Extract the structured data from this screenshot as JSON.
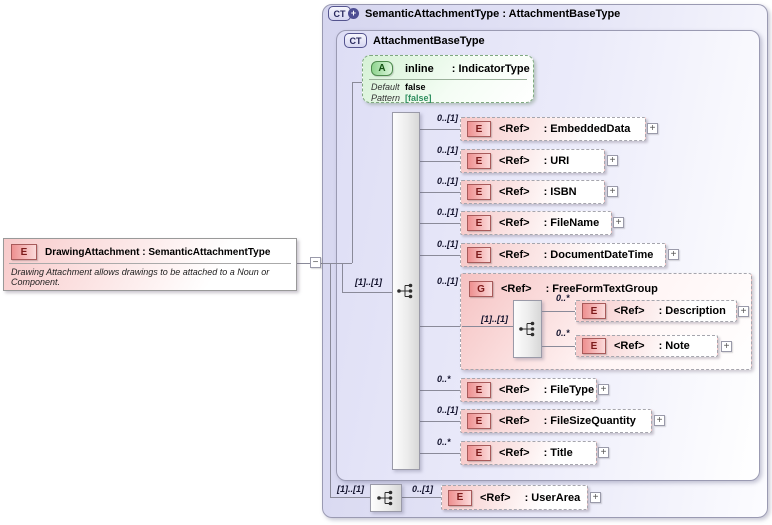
{
  "diagram": {
    "left_element": {
      "icon": "E",
      "title": "DrawingAttachment : SemanticAttachmentType",
      "description": "Drawing Attachment allows drawings to be attached to a Noun or Component."
    },
    "outer_container": {
      "icon": "CT",
      "title": "SemanticAttachmentType : AttachmentBaseType"
    },
    "inner_container": {
      "icon": "CT",
      "title": "AttachmentBaseType"
    },
    "attribute": {
      "icon": "A",
      "name": "inline",
      "type": ": IndicatorType",
      "facets": [
        {
          "label": "Default",
          "value": "false"
        },
        {
          "label": "Pattern",
          "value": "[false]"
        }
      ]
    },
    "sequence_cardinality": "[1]..[1]",
    "extension_cardinality": "[1]..[1]",
    "elements": [
      {
        "icon": "E",
        "ref": "<Ref>",
        "name": ": EmbeddedData",
        "cardinality": "0..[1]"
      },
      {
        "icon": "E",
        "ref": "<Ref>",
        "name": ": URI",
        "cardinality": "0..[1]"
      },
      {
        "icon": "E",
        "ref": "<Ref>",
        "name": ": ISBN",
        "cardinality": "0..[1]"
      },
      {
        "icon": "E",
        "ref": "<Ref>",
        "name": ": FileName",
        "cardinality": "0..[1]"
      },
      {
        "icon": "E",
        "ref": "<Ref>",
        "name": ": DocumentDateTime",
        "cardinality": "0..[1]"
      },
      {
        "icon": "E",
        "ref": "<Ref>",
        "name": ": FileType",
        "cardinality": "0..*"
      },
      {
        "icon": "E",
        "ref": "<Ref>",
        "name": ": FileSizeQuantity",
        "cardinality": "0..[1]"
      },
      {
        "icon": "E",
        "ref": "<Ref>",
        "name": ": Title",
        "cardinality": "0..*"
      },
      {
        "icon": "E",
        "ref": "<Ref>",
        "name": ": UserArea",
        "cardinality": "0..[1]"
      }
    ],
    "group": {
      "icon": "G",
      "ref": "<Ref>",
      "name": ": FreeFormTextGroup",
      "cardinality": "0..[1]",
      "inner_cardinality": "[1]..[1]",
      "children": [
        {
          "icon": "E",
          "ref": "<Ref>",
          "name": ": Description",
          "cardinality": "0..*"
        },
        {
          "icon": "E",
          "ref": "<Ref>",
          "name": ": Note",
          "cardinality": "0..*"
        }
      ]
    }
  },
  "colors": {
    "container_lavender": "#d5d5ef",
    "element_pink": "#f6c8c8",
    "attribute_green": "#d5f1d5",
    "element_icon_red": "#ee9090",
    "badge_purple": "#4d4d92",
    "pattern_value_green": "#2f8f5f",
    "line_gray": "#8a8a99"
  }
}
